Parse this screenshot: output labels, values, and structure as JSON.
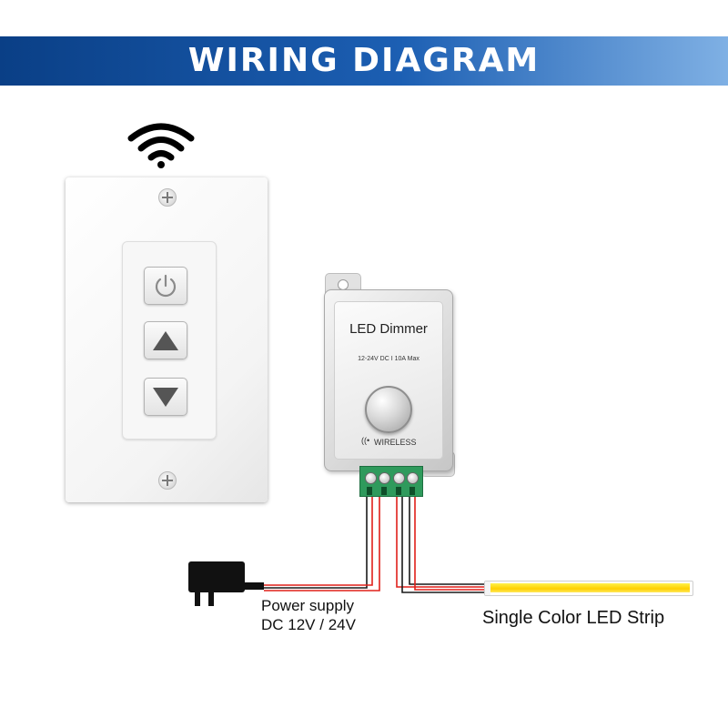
{
  "header": {
    "title": "WIRING DIAGRAM"
  },
  "dimmer": {
    "title": "LED Dimmer",
    "spec": "12-24V DC  I  10A Max",
    "wireless_label": "WIRELESS"
  },
  "power_supply": {
    "line1": "Power supply",
    "line2": "DC 12V / 24V"
  },
  "led_strip": {
    "label": "Single Color LED Strip"
  },
  "colors": {
    "header_start": "#0a3f86",
    "header_end": "#7fb0e4",
    "wire_red": "#e0201a",
    "wire_black": "#1a1a1a",
    "terminal_green": "#2f9a5c",
    "strip_yellow": "#ffd000"
  },
  "icons": [
    "wifi-icon",
    "power-icon",
    "arrow-up-icon",
    "arrow-down-icon",
    "wireless-icon"
  ]
}
